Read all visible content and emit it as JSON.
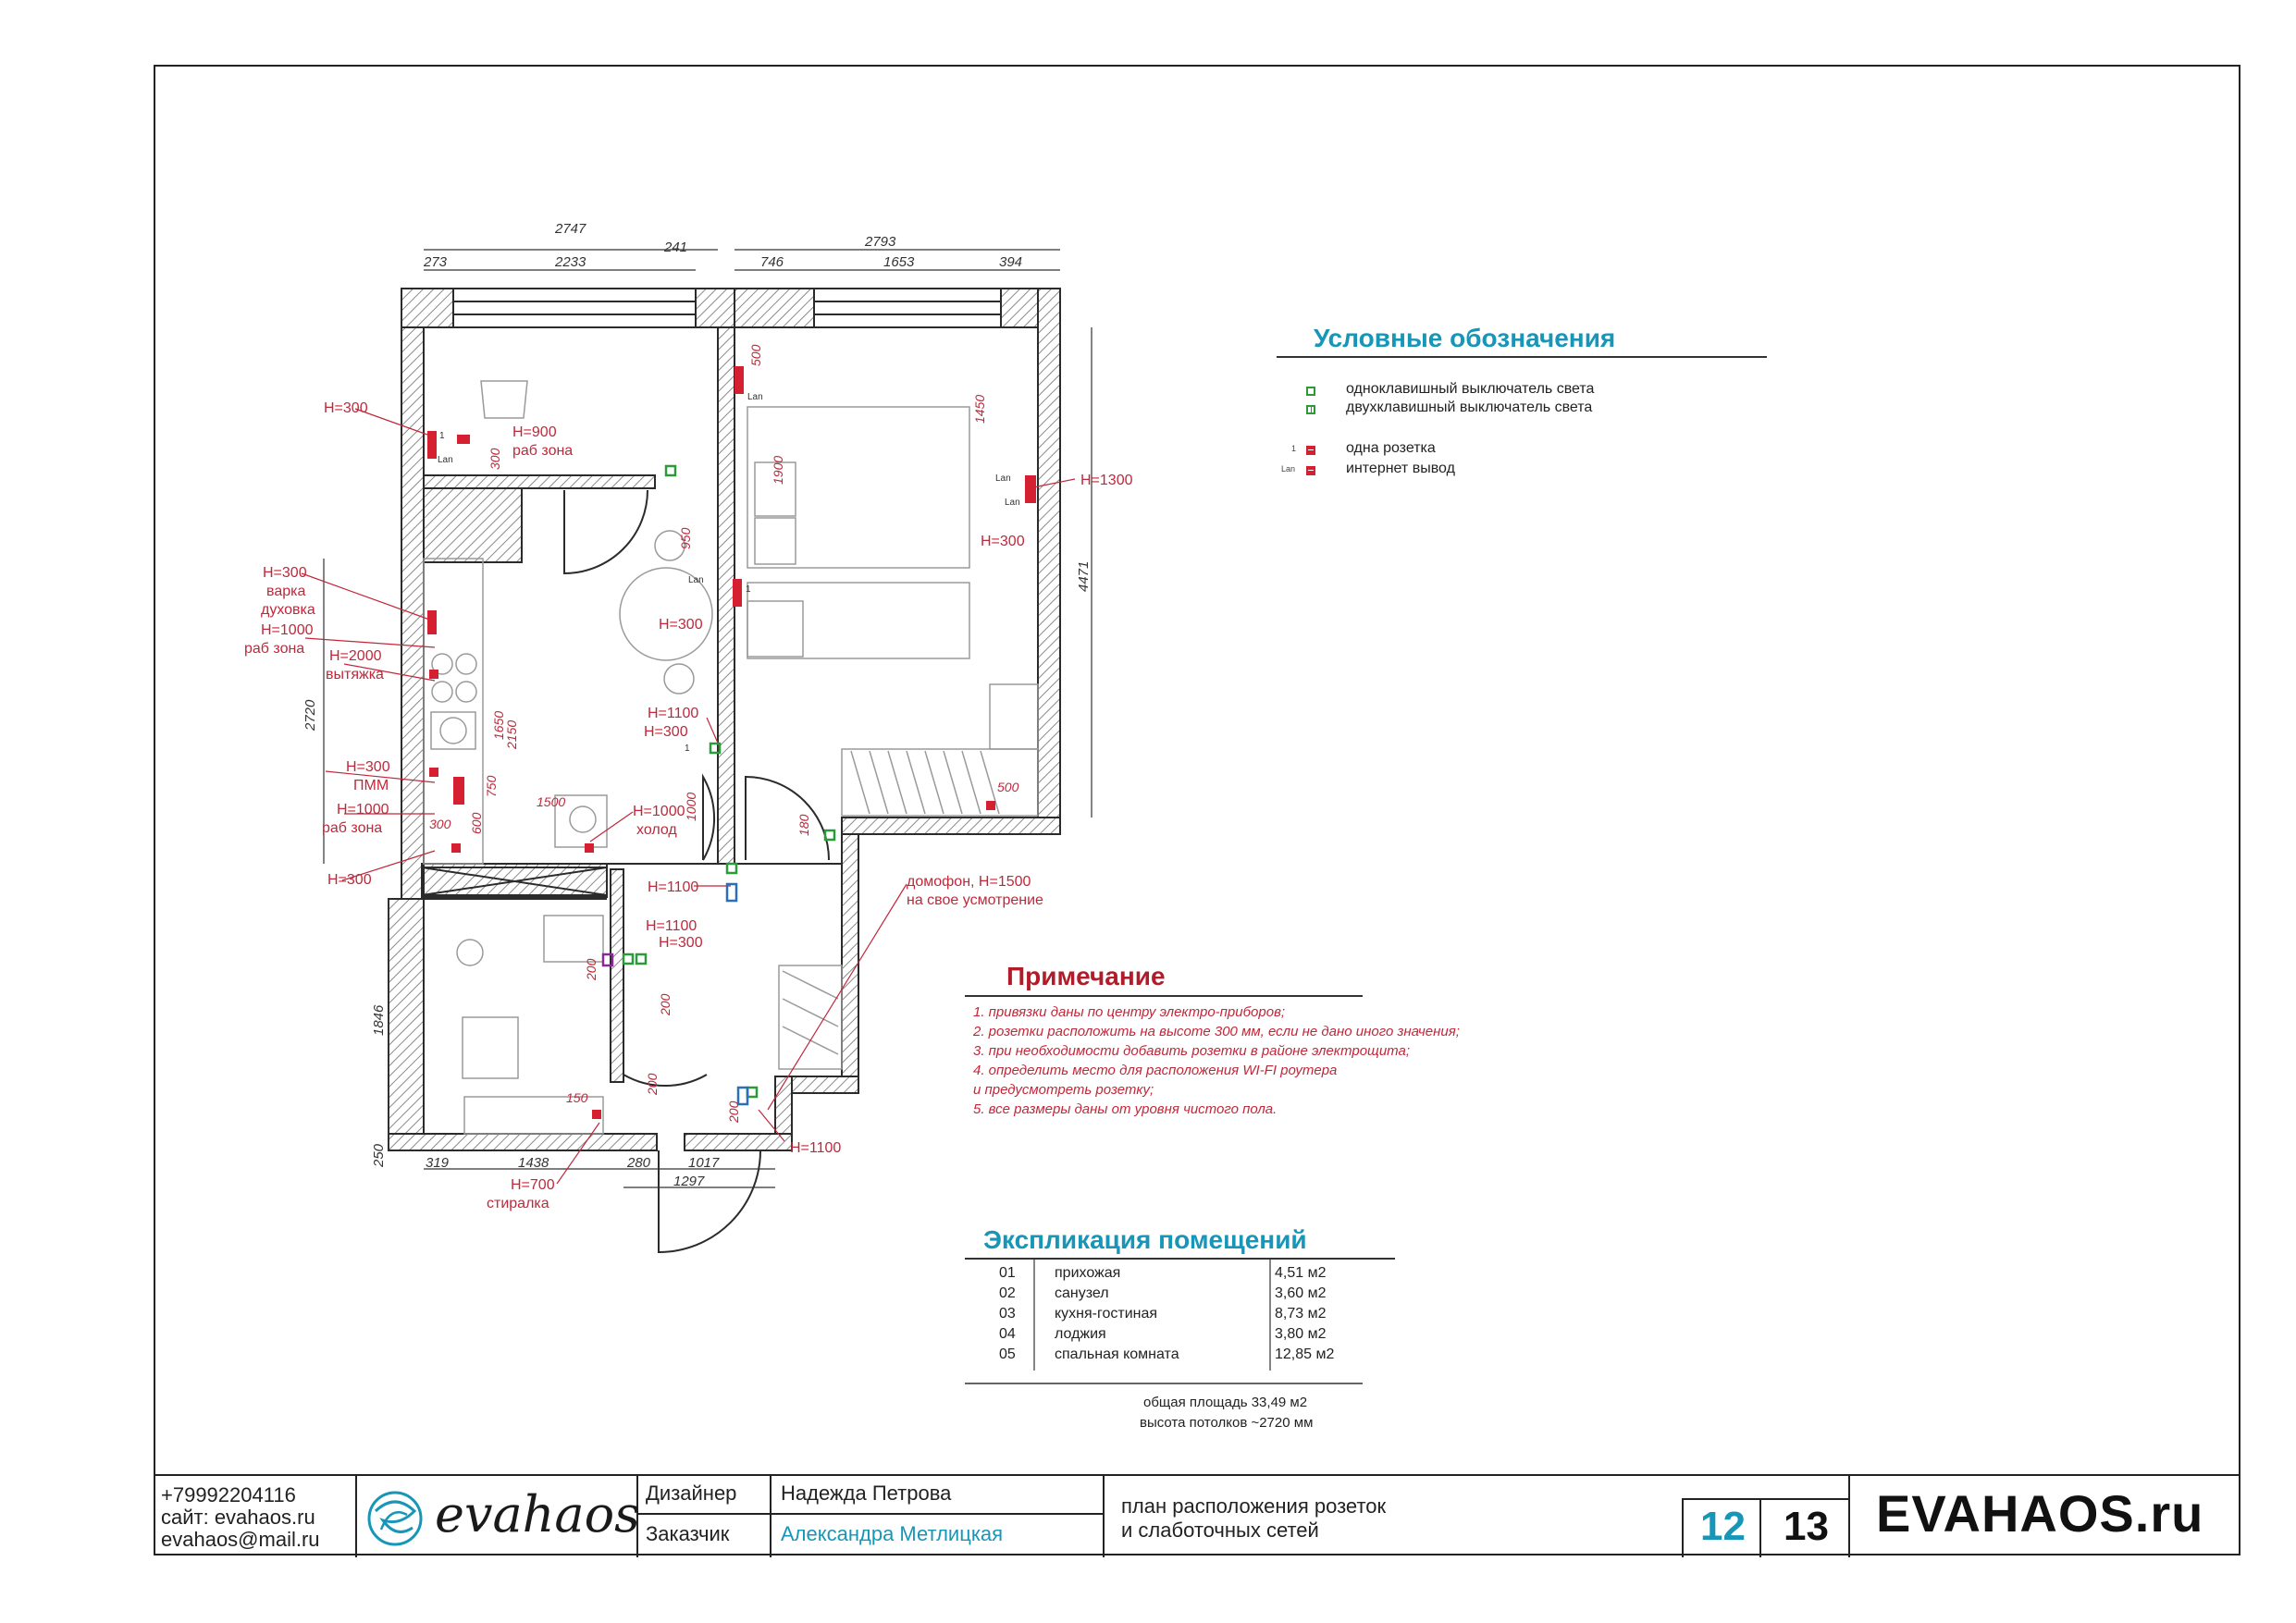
{
  "legend": {
    "title": "Условные обозначения",
    "items": [
      {
        "icon": "single-switch-icon",
        "label": "одноклавишный выключатель света"
      },
      {
        "icon": "double-switch-icon",
        "label": "двухклавишный выключатель света"
      },
      {
        "icon": "socket-icon",
        "tag": "1",
        "label": "одна розетка"
      },
      {
        "icon": "lan-outlet-icon",
        "tag": "Lan",
        "label": "интернет вывод"
      }
    ]
  },
  "notes": {
    "title": "Примечание",
    "lines": [
      "1. привязки даны по центру электро-приборов;",
      "2. розетки расположить на высоте 300 мм, если не дано иного значения;",
      "3. при необходимости добавить розетки в районе электрощита;",
      "4. определить место для расположения WI-FI роутера",
      "и предусмотреть розетку;",
      "5. все размеры даны от уровня чистого пола."
    ]
  },
  "explication": {
    "title": "Экспликация помещений",
    "rooms": [
      {
        "num": "01",
        "name": "прихожая",
        "area": "4,51 м2"
      },
      {
        "num": "02",
        "name": "санузел",
        "area": "3,60 м2"
      },
      {
        "num": "03",
        "name": "кухня-гостиная",
        "area": "8,73 м2"
      },
      {
        "num": "04",
        "name": "лоджия",
        "area": "3,80 м2"
      },
      {
        "num": "05",
        "name": "спальная комната",
        "area": "12,85 м2"
      }
    ],
    "total_area": "общая площадь  33,49 м2",
    "ceiling_height": "высота потолков  ~2720 мм"
  },
  "titleblock": {
    "phone": "+79992204116",
    "website": "сайт: evahaos.ru",
    "email": "evahaos@mail.ru",
    "logo_text": "evahaos",
    "designer_label": "Дизайнер",
    "designer_name": "Надежда Петрова",
    "client_label": "Заказчик",
    "client_name": "Александра Метлицкая",
    "sheet_title_1": "план расположения розеток",
    "sheet_title_2": "и слаботочных сетей",
    "sheet_number": "12",
    "total_sheets": "13",
    "site_name": "EVAHAOS.ru"
  },
  "plan": {
    "dims_top": [
      "2747",
      "241",
      "273",
      "2233",
      "2793",
      "746",
      "1653",
      "394"
    ],
    "dims_left": [
      "2720",
      "1846",
      "250"
    ],
    "dims_right": [
      "4471"
    ],
    "dims_bottom": [
      "319",
      "1438",
      "280",
      "1017",
      "1297"
    ],
    "dims_inner": [
      "300",
      "1900",
      "1450",
      "500",
      "950",
      "2150",
      "1650",
      "750",
      "600",
      "300",
      "1500",
      "1000",
      "180",
      "500",
      "200",
      "200",
      "200",
      "200",
      "150"
    ],
    "labels": [
      "H=300",
      "H=900",
      "раб зона",
      "H=300",
      "варка",
      "духовка",
      "H=1000",
      "раб зона",
      "H=2000",
      "вытяжка",
      "H=300",
      "ПММ",
      "H=1000",
      "раб зона",
      "H=300",
      "H=300",
      "H=1100",
      "H=300",
      "H=1000",
      "холод",
      "H=1100",
      "домофон, H=1500",
      "на свое усмотрение",
      "H=1100",
      "H=300",
      "H=700",
      "стиралка",
      "H=1100",
      "H=1300",
      "H=300"
    ],
    "socket_tags": [
      "1",
      "Lan",
      "Lan",
      "Lan",
      "1",
      "Lan",
      "1",
      "Lan"
    ],
    "colors": {
      "wall": "#2b2b2b",
      "hatch": "#8a8a8a",
      "annot": "#c0283a",
      "switch": "#2a9a3a",
      "socket": "#d42030",
      "furniture": "#9a9a9a"
    }
  }
}
